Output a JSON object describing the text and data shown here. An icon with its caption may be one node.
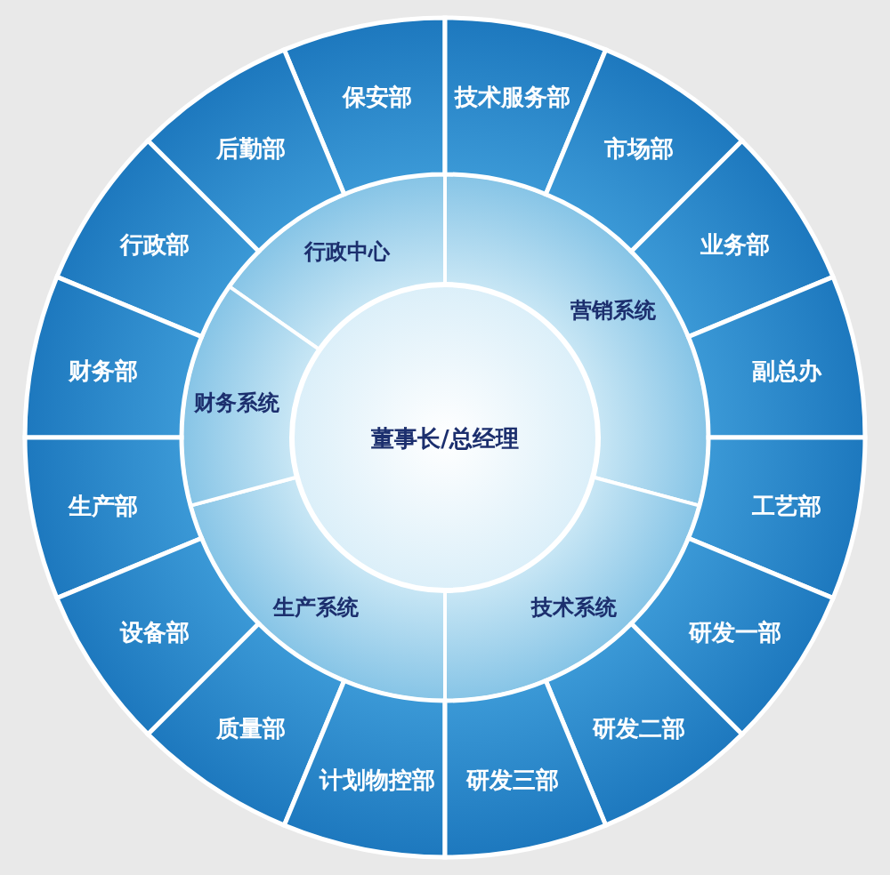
{
  "diagram": {
    "nodes": [
      {
        "text": [
          "董事长/总经理"
        ]
      },
      {
        "text": [
          "行政中心"
        ]
      },
      {
        "text": [
          "营销系统"
        ]
      },
      {
        "text": [
          "技术系统"
        ]
      },
      {
        "text": [
          "生产系统"
        ]
      },
      {
        "text": [
          "财务系统"
        ]
      },
      {
        "text": [
          "保安部"
        ]
      },
      {
        "text": [
          "技术服务部"
        ]
      },
      {
        "text": [
          "后勤部"
        ]
      },
      {
        "text": [
          "市场部"
        ]
      },
      {
        "text": [
          "行政部"
        ]
      },
      {
        "text": [
          "业务部"
        ]
      },
      {
        "text": [
          "财务部"
        ]
      },
      {
        "text": [
          "副总办"
        ]
      },
      {
        "text": [
          "生产部"
        ]
      },
      {
        "text": [
          "工艺部"
        ]
      },
      {
        "text": [
          "设备部"
        ]
      },
      {
        "text": [
          "研发一部"
        ]
      },
      {
        "text": [
          "质量部"
        ]
      },
      {
        "text": [
          "研发二部"
        ]
      },
      {
        "text": [
          "计划物控部"
        ]
      },
      {
        "text": [
          "研发三部"
        ]
      }
    ]
  }
}
